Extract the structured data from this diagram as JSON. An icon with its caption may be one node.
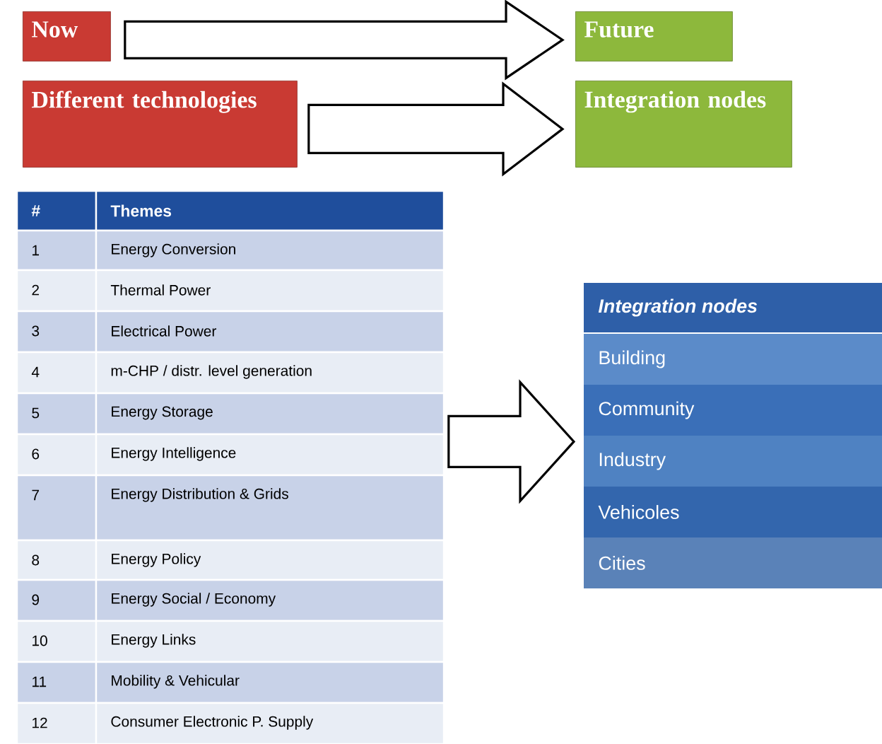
{
  "diagram": {
    "nodes": [
      {
        "text": [
          "Now"
        ]
      },
      {
        "text": [
          "Different technologies"
        ]
      },
      {
        "text": [
          "Future"
        ]
      },
      {
        "text": [
          "Integration nodes"
        ]
      },
      {
        "text": [
          "#",
          "Themes",
          "1",
          "Energy Conversion",
          "2",
          "Thermal Power",
          "3",
          "Electrical Power",
          "4",
          "m-CHP / distr. level generation",
          "5",
          "Energy Storage",
          "6",
          "Energy Intelligence",
          "7",
          "Energy Distribution & Grids",
          "8",
          "Energy Policy",
          "9",
          "Energy Social / Economy",
          "10",
          "Energy Links",
          "11",
          "Mobility & Vehicular",
          "12",
          "Consumer Electronic P. Supply"
        ]
      },
      {
        "text": [
          "Integration nodes",
          "Building",
          "Community",
          "Industry",
          "Vehicoles",
          "Cities"
        ]
      }
    ],
    "edges": [
      {
        "from": 0,
        "to": 2,
        "arrow": "to"
      },
      {
        "from": 1,
        "to": 3,
        "arrow": "to"
      },
      {
        "from": 4,
        "to": 5,
        "arrow": "to"
      }
    ]
  }
}
